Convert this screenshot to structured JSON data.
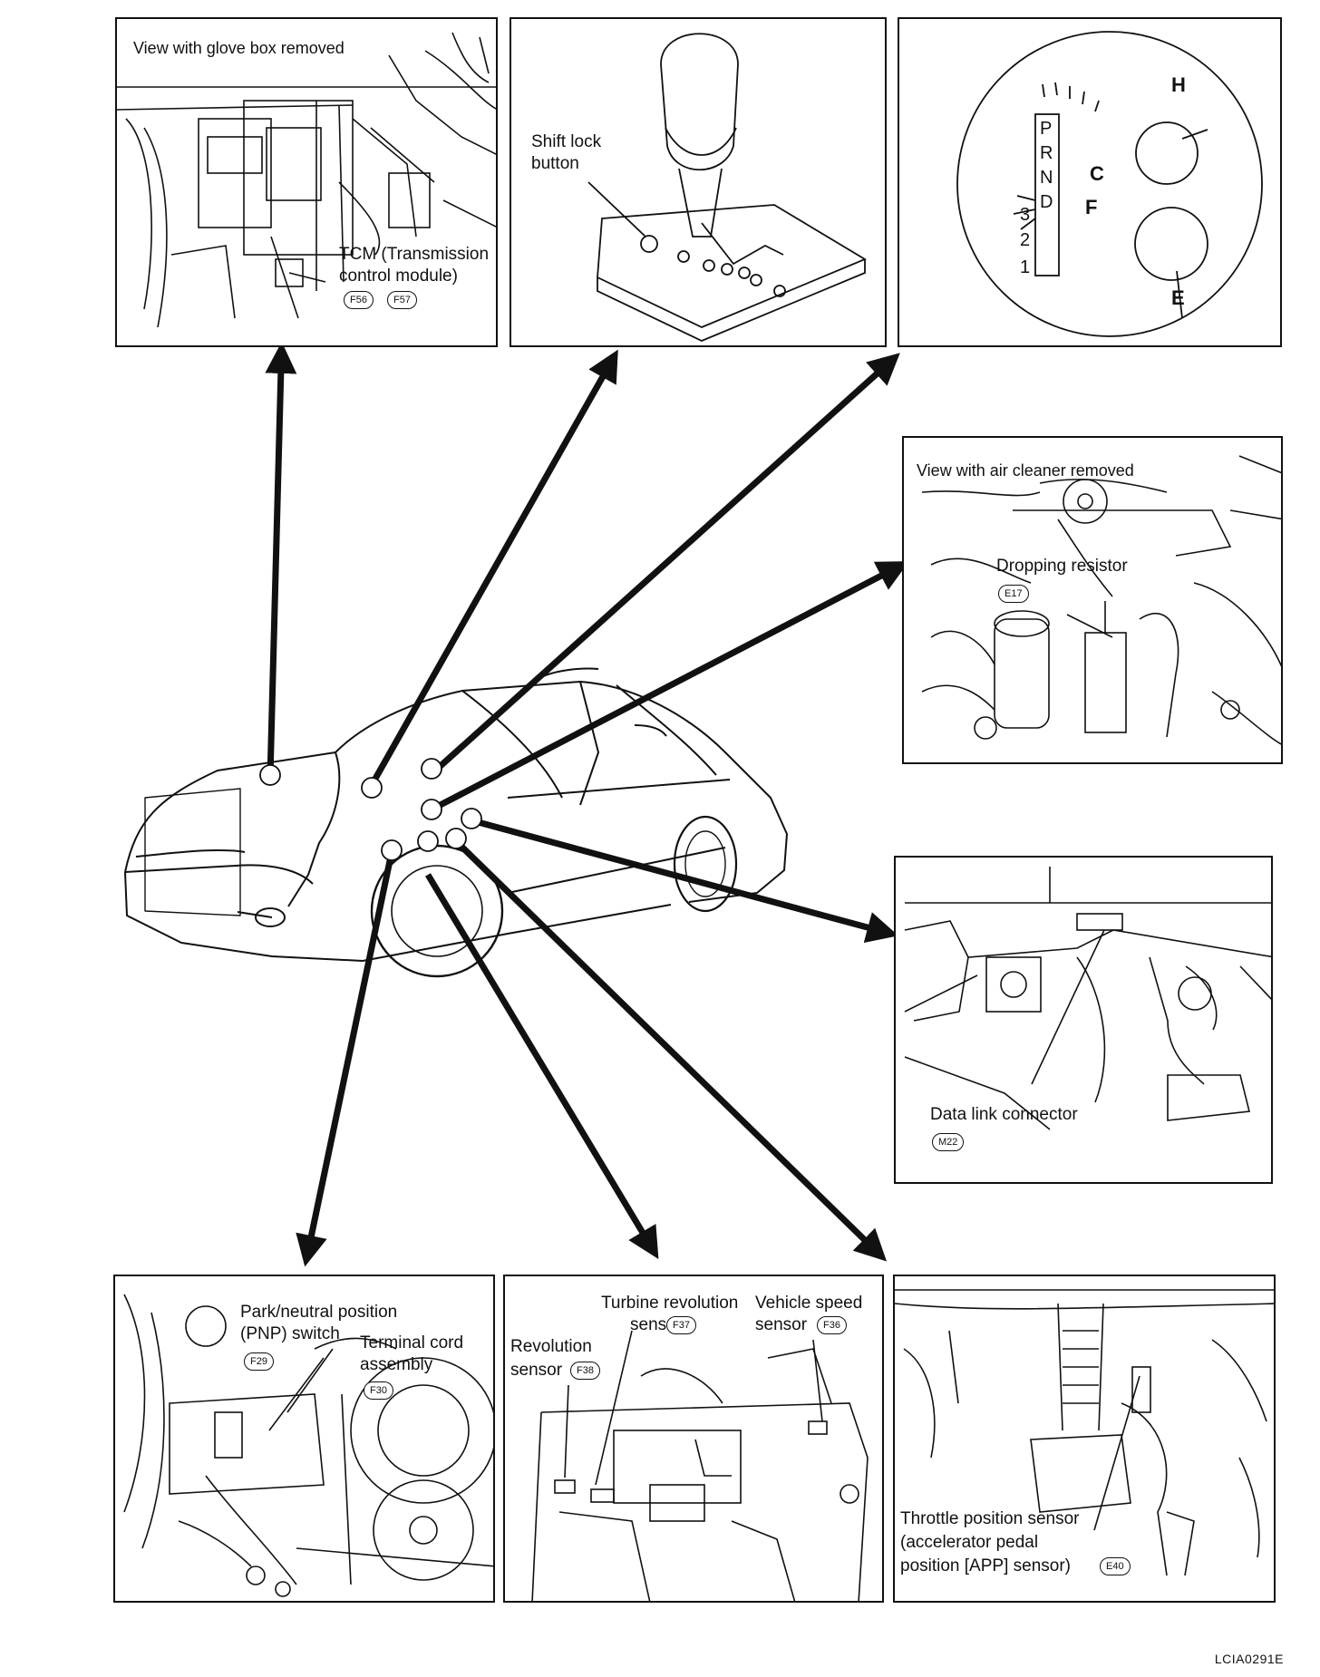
{
  "panels": {
    "tcm": {
      "caption": "View with glove box removed",
      "label_line1": "TCM (Transmission",
      "label_line2": "control module)",
      "connectors": [
        "F56",
        "F57"
      ]
    },
    "shift": {
      "label_line1": "Shift lock",
      "label_line2": "button"
    },
    "meter": {
      "positions": [
        "P",
        "R",
        "N",
        "D",
        "3",
        "2",
        "1"
      ],
      "gauge_marks": [
        "H",
        "C",
        "F",
        "E"
      ]
    },
    "dropping": {
      "caption": "View with air cleaner removed",
      "label": "Dropping resistor",
      "connector": "E17"
    },
    "dlc": {
      "label": "Data link connector",
      "connector": "M22"
    },
    "pnp": {
      "label_line1": "Park/neutral position",
      "label_line2": "(PNP) switch",
      "connector1": "F29",
      "label2_line1": "Terminal cord",
      "label2_line2": "assembly",
      "connector2": "F30"
    },
    "sensors": {
      "turbine_line1": "Turbine revolution",
      "turbine_line2": "sensor",
      "turbine_conn": "F37",
      "vss_line1": "Vehicle speed",
      "vss_line2": "sensor",
      "vss_conn": "F36",
      "rev_line1": "Revolution",
      "rev_line2": "sensor",
      "rev_conn": "F38"
    },
    "tps": {
      "line1": "Throttle position sensor",
      "line2": "(accelerator pedal",
      "line3": "position [APP] sensor)",
      "connector": "E40"
    }
  },
  "figure_code": "LCIA0291E"
}
